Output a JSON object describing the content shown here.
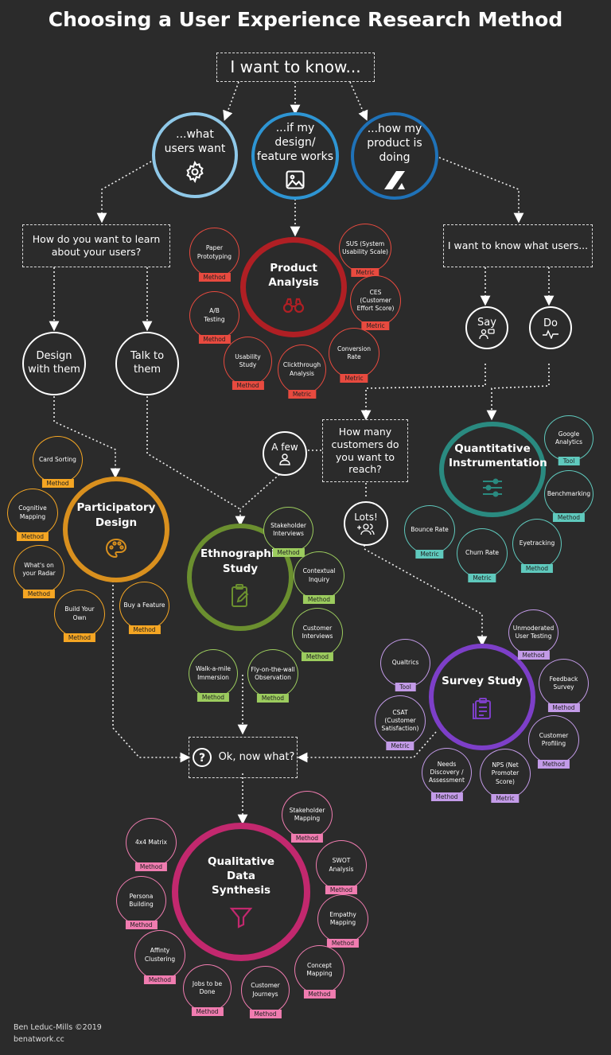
{
  "title": "Choosing a User Experience Research Method",
  "start": "I want to know...",
  "questions": {
    "users_want": "...what users want",
    "design_works": "...if my design/ feature works",
    "product_doing": "...how my product is doing"
  },
  "learn_question": "How do you want to learn about your users?",
  "design_with": "Design with them",
  "talk_to": "Talk to them",
  "want_know_users": "I want to know what users...",
  "say": "Say",
  "do": "Do",
  "how_many": "How many customers do you want to reach?",
  "a_few": "A few",
  "lots": "Lots!",
  "now_what": "Ok, now what?",
  "colors": {
    "light_blue": "#8fc8e8",
    "blue": "#2e95d3",
    "dark_blue": "#1f72b8",
    "red": "#b01f24",
    "red_tag": "#e84a3f",
    "teal": "#2a8a80",
    "teal_tag": "#5fc9bd",
    "orange": "#d9901e",
    "orange_tag": "#f5a623",
    "green": "#6b8f2f",
    "green_tag": "#9ccc5e",
    "purple": "#7d3fc8",
    "purple_tag": "#c39be8",
    "pink": "#c2286e",
    "pink_tag": "#f07cb0"
  },
  "groups": {
    "product": {
      "title": "Product Analysis",
      "icon": "binoculars-icon",
      "items": [
        {
          "label": "Paper Prototyping",
          "tag": "Method"
        },
        {
          "label": "SUS (System Usability Scale)",
          "tag": "Metric"
        },
        {
          "label": "CES (Customer Effort Score)",
          "tag": "Metric"
        },
        {
          "label": "A/B Testing",
          "tag": "Method"
        },
        {
          "label": "Conversion Rate",
          "tag": "Metric"
        },
        {
          "label": "Usability Study",
          "tag": "Method"
        },
        {
          "label": "Clickthrough Analysis",
          "tag": "Metric"
        }
      ]
    },
    "quant": {
      "title": "Quantitative Instrumentation",
      "icon": "sliders-icon",
      "items": [
        {
          "label": "Google Analytics",
          "tag": "Tool"
        },
        {
          "label": "Benchmarking",
          "tag": "Method"
        },
        {
          "label": "Bounce Rate",
          "tag": "Metric"
        },
        {
          "label": "Eyetracking",
          "tag": "Method"
        },
        {
          "label": "Churn Rate",
          "tag": "Metric"
        }
      ]
    },
    "participatory": {
      "title": "Participatory Design",
      "icon": "palette-icon",
      "items": [
        {
          "label": "Card Sorting",
          "tag": "Method"
        },
        {
          "label": "Cognitive Mapping",
          "tag": "Method"
        },
        {
          "label": "What's on your Radar",
          "tag": "Method"
        },
        {
          "label": "Build Your Own",
          "tag": "Method"
        },
        {
          "label": "Buy a Feature",
          "tag": "Method"
        }
      ]
    },
    "ethno": {
      "title": "Ethnographic Study",
      "icon": "clipboard-edit-icon",
      "items": [
        {
          "label": "Stakeholder Interviews",
          "tag": "Method"
        },
        {
          "label": "Contextual Inquiry",
          "tag": "Method"
        },
        {
          "label": "Customer Interviews",
          "tag": "Method"
        },
        {
          "label": "Walk-a-mile Immersion",
          "tag": "Method"
        },
        {
          "label": "Fly-on-the-wall Observation",
          "tag": "Method"
        }
      ]
    },
    "survey": {
      "title": "Survey Study",
      "icon": "clipboard-list-icon",
      "items": [
        {
          "label": "Unmoderated User Testing",
          "tag": "Method"
        },
        {
          "label": "Qualtrics",
          "tag": "Tool"
        },
        {
          "label": "Feedback Survey",
          "tag": "Method"
        },
        {
          "label": "CSAT (Customer Satisfaction)",
          "tag": "Metric"
        },
        {
          "label": "Customer Profiling",
          "tag": "Method"
        },
        {
          "label": "Needs Discovery / Assessment",
          "tag": "Method"
        },
        {
          "label": "NPS (Net Promoter Score)",
          "tag": "Metric"
        }
      ]
    },
    "qual": {
      "title": "Qualitative Data Synthesis",
      "icon": "funnel-icon",
      "items": [
        {
          "label": "Stakeholder Mapping",
          "tag": "Method"
        },
        {
          "label": "4x4 Matrix",
          "tag": "Method"
        },
        {
          "label": "SWOT Analysis",
          "tag": "Method"
        },
        {
          "label": "Persona Building",
          "tag": "Method"
        },
        {
          "label": "Empathy Mapping",
          "tag": "Method"
        },
        {
          "label": "Affinty Clustering",
          "tag": "Method"
        },
        {
          "label": "Concept Mapping",
          "tag": "Method"
        },
        {
          "label": "Jobs to be Done",
          "tag": "Method"
        },
        {
          "label": "Customer Journeys",
          "tag": "Method"
        }
      ]
    }
  },
  "credit": {
    "author": "Ben Leduc-Mills ©2019",
    "site": "benatwork.cc"
  }
}
